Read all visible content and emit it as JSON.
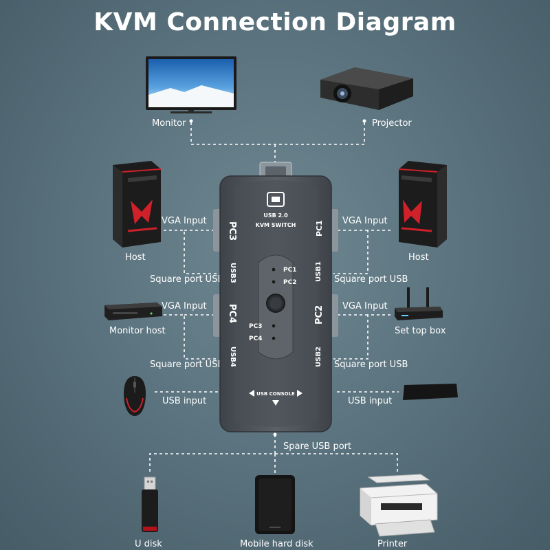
{
  "title": "KVM Connection Diagram",
  "devices": {
    "monitor": "Monitor",
    "projector": "Projector",
    "host_left": "Host",
    "host_right": "Host",
    "monitor_host": "Monitor host",
    "set_top_box": "Set top box",
    "u_disk": "U disk",
    "mobile_hard_disk": "Mobile hard disk",
    "printer": "Printer"
  },
  "ports": {
    "vga_input_l1": "VGA Input",
    "vga_input_r1": "VGA Input",
    "vga_input_l2": "VGA Input",
    "vga_input_r2": "VGA Input",
    "square_usb_l1": "Square port USB",
    "square_usb_r1": "Square port USB",
    "square_usb_l2": "Square port USB",
    "square_usb_r2": "Square port USB",
    "usb_input_left": "USB input",
    "usb_input_right": "USB input",
    "spare_usb": "Spare USB port"
  },
  "switch": {
    "line1": "USB 2.0",
    "line2": "KVM SWITCH",
    "pc1": "PC1",
    "pc2": "PC2",
    "pc3": "PC3",
    "pc4": "PC4",
    "side_pc3": "PC3",
    "side_pc4": "PC4",
    "side_pc1": "PC1",
    "side_pc2": "PC2",
    "usb1": "USB1",
    "usb2": "USB2",
    "usb3": "USB3",
    "usb4": "USB4",
    "console": "USB CONSOLE"
  },
  "colors": {
    "background": "#58707b",
    "wire": "#ffffff",
    "accent_red": "#d0202a"
  }
}
